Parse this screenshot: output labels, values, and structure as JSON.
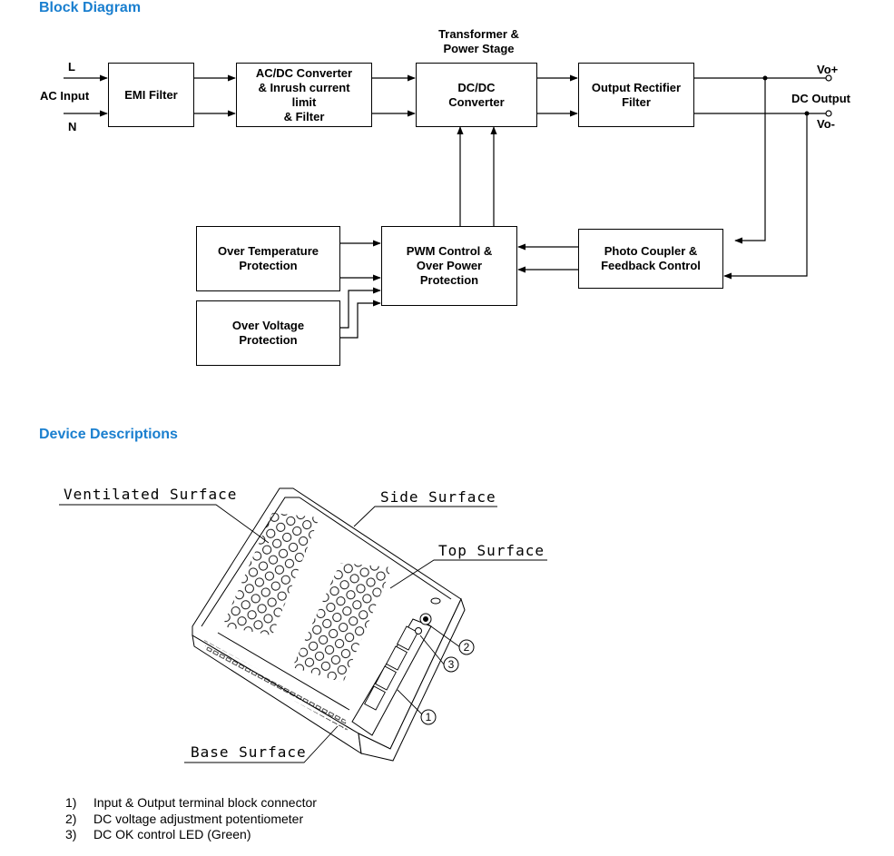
{
  "block_diagram": {
    "title": "Block Diagram",
    "labels": {
      "L": "L",
      "ac_input": "AC Input",
      "N": "N",
      "transformer": "Transformer &\nPower Stage",
      "vo_plus": "Vo+",
      "dc_output": "DC Output",
      "vo_minus": "Vo-"
    },
    "blocks": {
      "emi_filter": "EMI Filter",
      "acdc_converter": "AC/DC Converter\n& Inrush current\nlimit\n& Filter",
      "dcdc_converter": "DC/DC\nConverter",
      "output_rectifier": "Output Rectifier\nFilter",
      "pwm_control": "PWM Control &\nOver Power\nProtection",
      "photo_coupler": "Photo Coupler &\nFeedback Control",
      "over_temperature": "Over Temperature\nProtection",
      "over_voltage": "Over Voltage\nProtection"
    }
  },
  "device_descriptions": {
    "title": "Device Descriptions",
    "surface_labels": {
      "ventilated": "Ventilated Surface",
      "side": "Side Surface",
      "top": "Top Surface",
      "base": "Base Surface"
    },
    "callouts": {
      "c1": "1",
      "c2": "2",
      "c3": "3"
    },
    "notes": [
      {
        "num": "1)",
        "text": "Input & Output terminal block connector"
      },
      {
        "num": "2)",
        "text": "DC voltage adjustment potentiometer"
      },
      {
        "num": "3)",
        "text": "DC OK control LED (Green)"
      }
    ]
  }
}
